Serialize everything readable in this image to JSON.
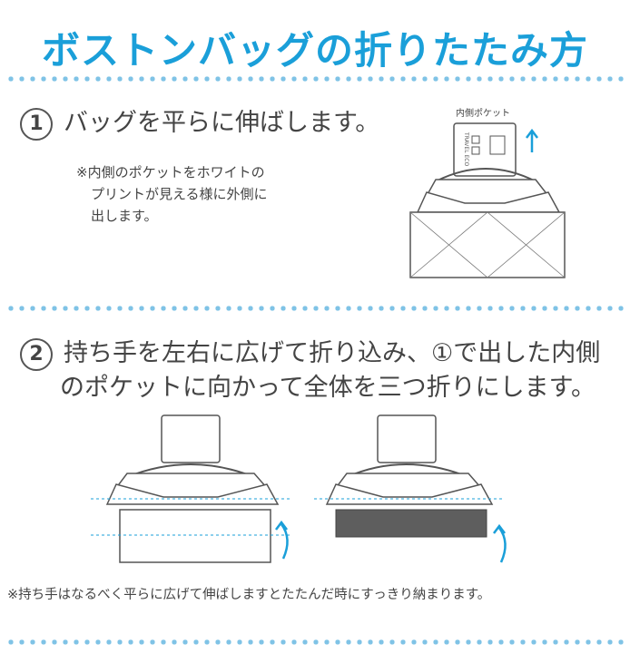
{
  "title": "ボストンバッグの折りたたみ方",
  "step1": {
    "number": "1",
    "text": "バッグを平らに伸ばします。",
    "note_lines": [
      "※内側のポケットをホワイトの",
      "プリントが見える様に外側に",
      "出します。"
    ],
    "pocket_label": "内側ポケット",
    "tag_text": "TRAVEL ECO"
  },
  "step2": {
    "number": "2",
    "text_line1": "持ち手を左右に広げて折り込み、①で出した内側",
    "text_line2": "のポケットに向かって全体を三つ折りにします。"
  },
  "footnote": "※持ち手はなるべく平らに広げて伸ばしますとたたんだ時にすっきり納まります。",
  "colors": {
    "accent": "#1a9fd9",
    "dots": "#7fc3e6",
    "fold": "#5e5e5e"
  }
}
